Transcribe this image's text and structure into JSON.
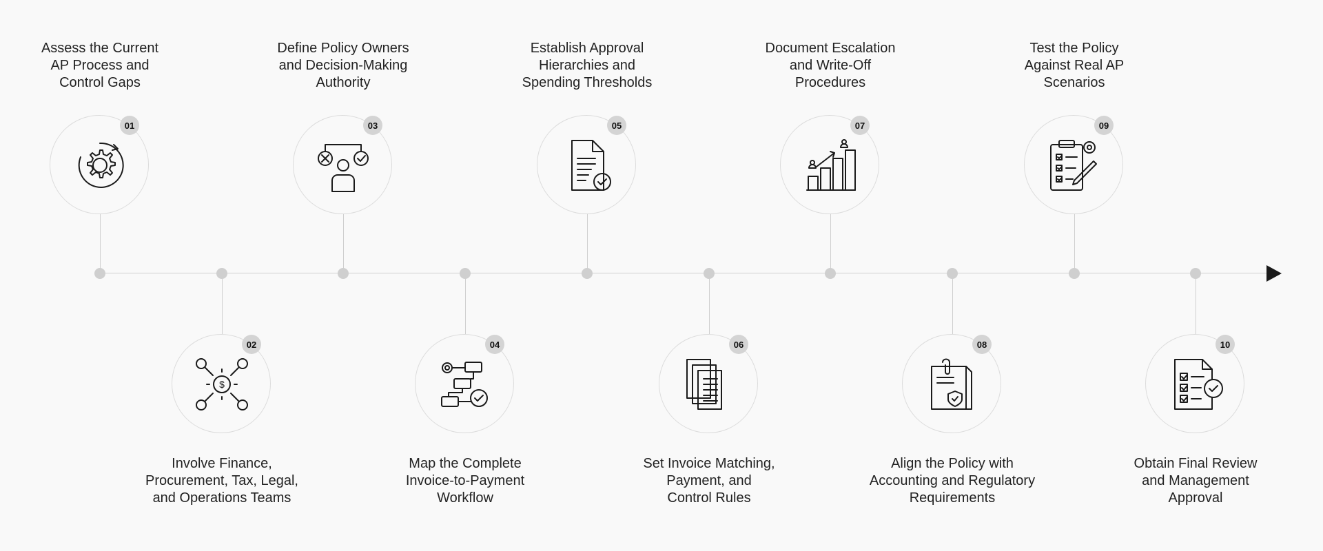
{
  "steps": [
    {
      "number": "01",
      "label": "Assess the Current\nAP Process and\nControl Gaps",
      "icon": "gear-cycle-icon",
      "position": "top"
    },
    {
      "number": "02",
      "label": "Involve Finance,\nProcurement, Tax, Legal,\nand Operations Teams",
      "icon": "team-finance-network-icon",
      "position": "bottom"
    },
    {
      "number": "03",
      "label": "Define Policy Owners\nand Decision-Making\nAuthority",
      "icon": "decision-maker-icon",
      "position": "top"
    },
    {
      "number": "04",
      "label": "Map the Complete\nInvoice-to-Payment\nWorkflow",
      "icon": "workflow-map-icon",
      "position": "bottom"
    },
    {
      "number": "05",
      "label": "Establish Approval\nHierarchies and\nSpending Thresholds",
      "icon": "approved-document-icon",
      "position": "top"
    },
    {
      "number": "06",
      "label": "Set Invoice Matching,\nPayment, and\nControl Rules",
      "icon": "stacked-documents-icon",
      "position": "bottom"
    },
    {
      "number": "07",
      "label": "Document Escalation\nand Write-Off\nProcedures",
      "icon": "escalation-chart-icon",
      "position": "top"
    },
    {
      "number": "08",
      "label": "Align the Policy with\nAccounting and Regulatory\nRequirements",
      "icon": "compliance-document-icon",
      "position": "bottom"
    },
    {
      "number": "09",
      "label": "Test the Policy\nAgainst Real AP\nScenarios",
      "icon": "checklist-test-icon",
      "position": "top"
    },
    {
      "number": "10",
      "label": "Obtain Final Review\nand Management\nApproval",
      "icon": "final-approval-icon",
      "position": "bottom"
    }
  ],
  "colors": {
    "background": "#f9f9f9",
    "line": "#cfcfcf",
    "badge": "#d4d4d4",
    "arrow": "#1a1a1a",
    "icon_stroke": "#1a1a1a"
  }
}
